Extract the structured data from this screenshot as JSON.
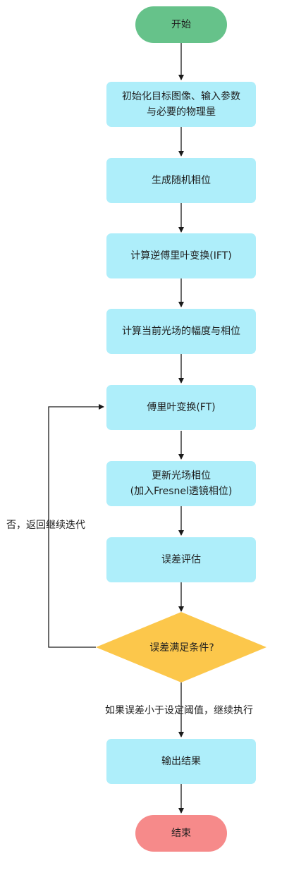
{
  "nodes": {
    "start": "开始",
    "init_line1": "初始化目标图像、输入参数",
    "init_line2": "与必要的物理量",
    "random_phase": "生成随机相位",
    "ift": "计算逆傅里叶变换(IFT)",
    "amp_phase": "计算当前光场的幅度与相位",
    "ft": "傅里叶变换(FT)",
    "update_line1": "更新光场相位",
    "update_line2": "(加入Fresnel透镜相位)",
    "error_eval": "误差评估",
    "decision": "误差满足条件?",
    "output": "输出结果",
    "end": "结束"
  },
  "edges": {
    "loop_back": "否，返回继续迭代",
    "continue": "如果误差小于设定阈值，继续执行"
  },
  "colors": {
    "start_fill": "#66c28a",
    "end_fill": "#f68a8a",
    "process_fill": "#aeeefa",
    "decision_fill": "#fcc74b",
    "line": "#1a1a1a"
  }
}
